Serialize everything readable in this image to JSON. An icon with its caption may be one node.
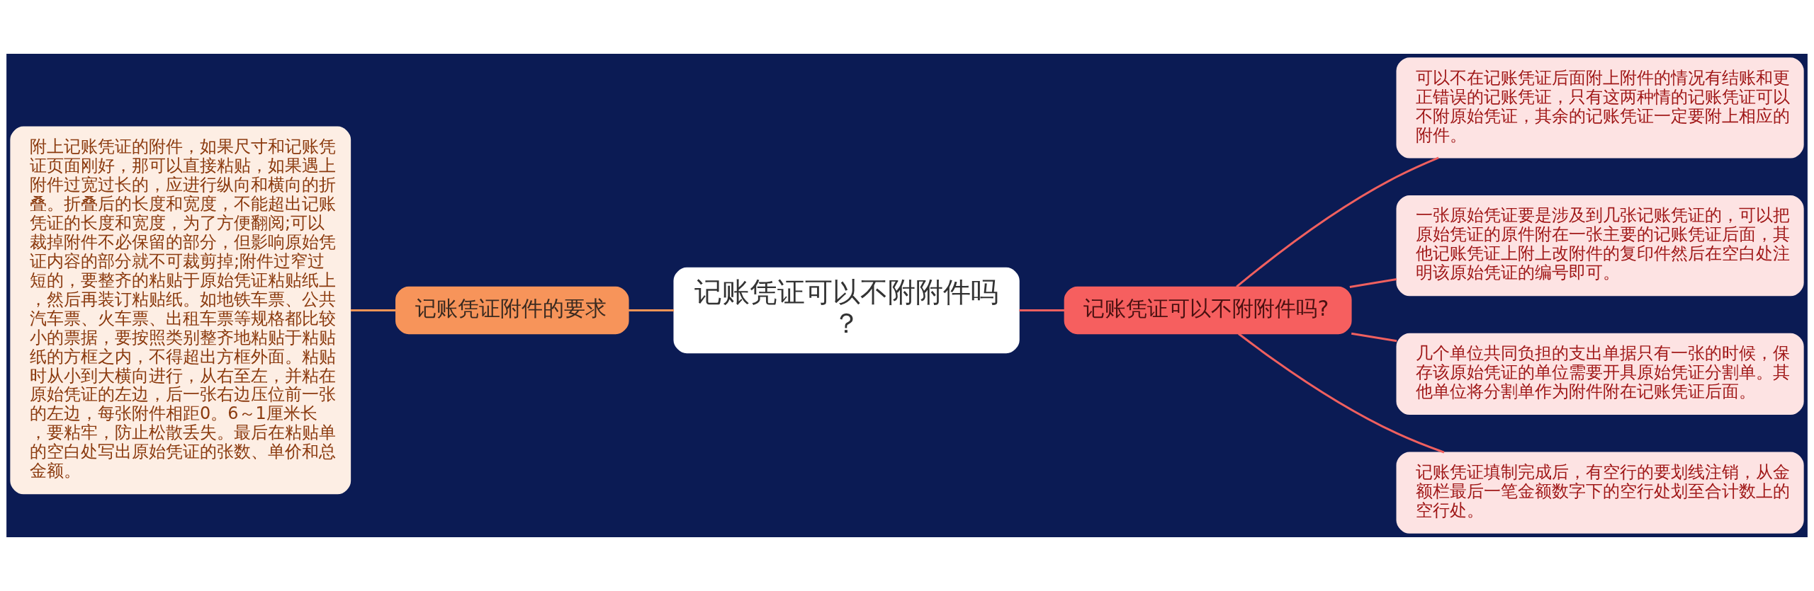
{
  "diagram": {
    "nodes": [
      {
        "text": [
          "记账凭证可以不附附件吗？"
        ]
      },
      {
        "text": [
          "记账凭证附件的要求"
        ]
      },
      {
        "text": [
          "附上记账凭证的附件，如果尺寸和记账凭证页面刚好，那可以直接粘贴，如果遇上附件过宽过长的，应进行纵向和横向的折叠。折叠后的长度和宽度，不能超出记账凭证的长度和宽度，为了方便翻阅;可以裁掉附件不必保留的部分，但影响原始凭证内容的部分就不可裁剪掉;附件过窄过短的，要整齐的粘贴于原始凭证粘贴纸上，然后再装订粘贴纸。如地铁车票、公共汽车票、火车票、出租车票等规格都比较小的票据，要按照类别整齐地粘贴于粘贴纸的方框之内，不得超出方框外面。粘贴时从小到大横向进行，从右至左，并粘在原始凭证的左边，后一张右边压位前一张的左边，每张附件相距0。6～1厘米长，要粘牢，防止松散丢失。最后在粘贴单的空白处写出原始凭证的张数、单价和总金额。"
        ]
      },
      {
        "text": [
          "记账凭证可以不附附件吗?"
        ]
      },
      {
        "text": [
          "可以不在记账凭证后面附上附件的情况有结账和更正错误的记账凭证，只有这两种情的记账凭证可以不附原始凭证，其余的记账凭证一定要附上相应的附件。"
        ]
      },
      {
        "text": [
          "一张原始凭证要是涉及到几张记账凭证的，可以把原始凭证的原件附在一张主要的记账凭证后面，其他记账凭证上附上改附件的复印件然后在空白处注明该原始凭证的编号即可。"
        ]
      },
      {
        "text": [
          "几个单位共同负担的支出单据只有一张的时候，保存该原始凭证的单位需要开具原始凭证分割单。其他单位将分割单作为附件附在记账凭证后面。"
        ]
      },
      {
        "text": [
          "记账凭证填制完成后，有空行的要划线注销，从金额栏最后一笔金额数字下的空行处划至合计数上的空行处。"
        ]
      }
    ],
    "edges": [
      {
        "from": 0,
        "to": 1,
        "arrow": "none",
        "color": "#f39456"
      },
      {
        "from": 1,
        "to": 2,
        "arrow": "none",
        "color": "#f39456"
      },
      {
        "from": 0,
        "to": 3,
        "arrow": "none"
      },
      {
        "from": 3,
        "to": 4,
        "arrow": "none"
      },
      {
        "from": 3,
        "to": 5,
        "arrow": "none"
      },
      {
        "from": 3,
        "to": 6,
        "arrow": "none"
      },
      {
        "from": 3,
        "to": 7,
        "arrow": "none"
      }
    ]
  }
}
